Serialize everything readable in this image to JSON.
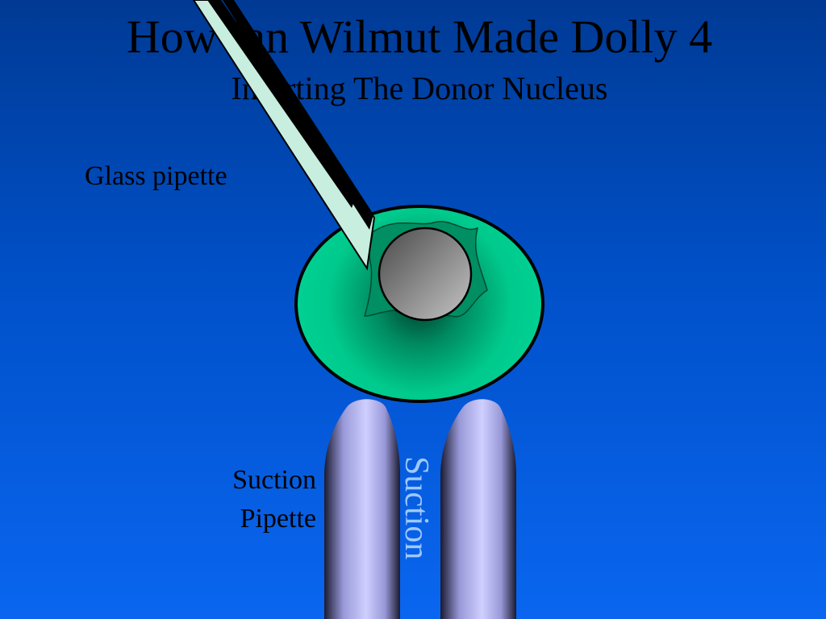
{
  "slide": {
    "title": "How Ian Wilmut Made Dolly 4",
    "subtitle": "Inserting The Donor Nucleus"
  },
  "labels": {
    "glass_pipette": "Glass pipette",
    "suction_pipette_line1": "Suction",
    "suction_pipette_line2": "Pipette",
    "suction_vertical": "Suction"
  },
  "colors": {
    "background_top": "#003a94",
    "background_bottom": "#0a66f0",
    "egg_cell": "#00c98c",
    "nucleus": "#a9a9a9",
    "suction_pipette": "#c9c9ff",
    "glass_pipette_outline": "#c8eee0",
    "suction_label_text": "#9ec8ff"
  }
}
